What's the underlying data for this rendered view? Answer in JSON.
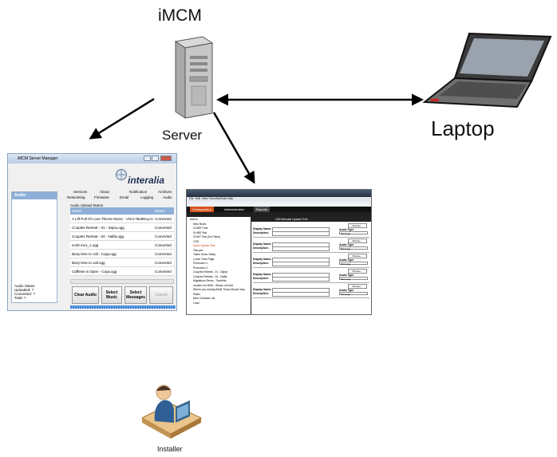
{
  "labels": {
    "top_title": "iMCM",
    "server": "Server",
    "laptop": "Laptop",
    "installer": "Installer"
  },
  "server_manager": {
    "window_title": "iMCM Server Manager",
    "logo": "interalia",
    "sidebar_header": "Audio",
    "audio_status": [
      "Audio Status",
      "Uploaded:",
      "Converted:",
      "Total:"
    ],
    "audio_status_values": [
      "?",
      "?",
      "?"
    ],
    "tabs_row1": [
      "Services",
      "About",
      "Notification",
      "Archives"
    ],
    "tabs_row2": [
      "Networking",
      "Firmware",
      "Email",
      "Logging",
      "Audio"
    ],
    "upload_status_label": "Audio Upload Status",
    "columns": [
      "Name",
      "Status"
    ],
    "rows": [
      [
        "A Lift-Full Of Love Theme Music - Vivro-Tan8Key.Co",
        "Converted"
      ],
      [
        "Couples Retreat - 01 - Sajna.ogg",
        "Converted"
      ],
      [
        "Couples Retreat - 04 - Nafta.ogg",
        "Converted"
      ],
      [
        "ec30 mx1_1.ogg",
        "Converted"
      ],
      [
        "Busy time to call - Copy.ogg",
        "Converted"
      ],
      [
        "Busy time to call.ogg",
        "Converted"
      ],
      [
        "Caffeine is Open - Copy.ogg",
        "Converted"
      ]
    ],
    "buttons": [
      "Clear Audio",
      "Select Music",
      "Select Messages",
      "Cancel"
    ]
  },
  "config_window": {
    "menu": [
      "File",
      "Edit",
      "View",
      "Favorites",
      "Tools",
      "Help"
    ],
    "app_tabs": [
      "Configuration",
      "Administration",
      "Reports"
    ],
    "header_title": "Gift Manuals Upload Tree",
    "tree_items": [
      "Admin",
      "New Rules",
      "Gl 689 Tune",
      "Gl 689 Test",
      "Gl 697 Text (No Plans)",
      "CSS",
      "Audio Upload Test",
      "Test pwr",
      "Tasks Show Today",
      "Lunch Time Page",
      "Promotion 1",
      "Promotion 2",
      "Couples Retreat - 01 - Sajna",
      "Couples Retreat - 04 - Nafta",
      "Migrations Demo - TwinHits",
      "modem ext 6000 - Allows on hold",
      "Where you ending 60kill Those Mucks Vary",
      "Radio",
      "New Contacts List",
      "Load"
    ],
    "selected_tree_index": 6,
    "browse_label": "Browse...",
    "display_name_label": "Display Name:",
    "description_label": "Description:",
    "audio_type_label": "Audio Type",
    "audio_type_value": "Message",
    "block_count": 5
  },
  "colors": {
    "accent_orange": "#d9541c",
    "manager_blue": "#8eb0d8"
  },
  "icons": [
    "server-tower-icon",
    "laptop-icon",
    "installer-person-icon",
    "interalia-globe-logo"
  ]
}
